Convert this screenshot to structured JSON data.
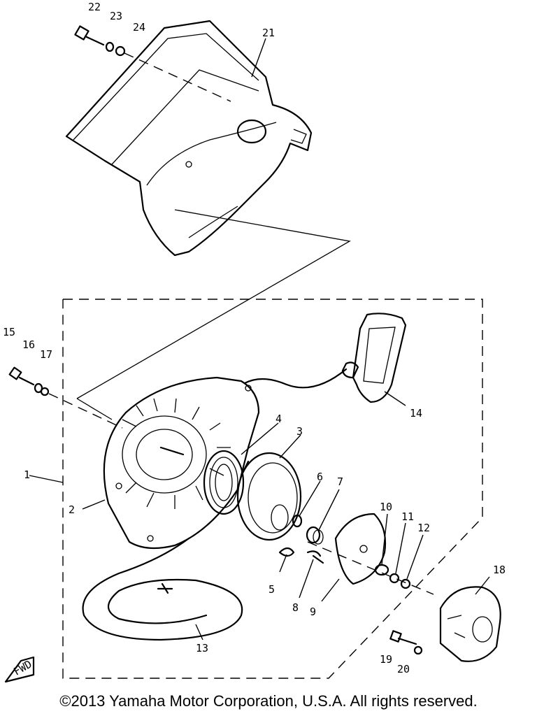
{
  "diagram": {
    "callouts": [
      "1",
      "2",
      "3",
      "4",
      "5",
      "6",
      "7",
      "8",
      "9",
      "10",
      "11",
      "12",
      "13",
      "14",
      "15",
      "16",
      "17",
      "18",
      "19",
      "20",
      "21",
      "22",
      "23",
      "24"
    ],
    "fwd_badge": "FWD"
  },
  "footer": {
    "copyright": "©2013 Yamaha Motor Corporation, U.S.A. All rights reserved."
  }
}
